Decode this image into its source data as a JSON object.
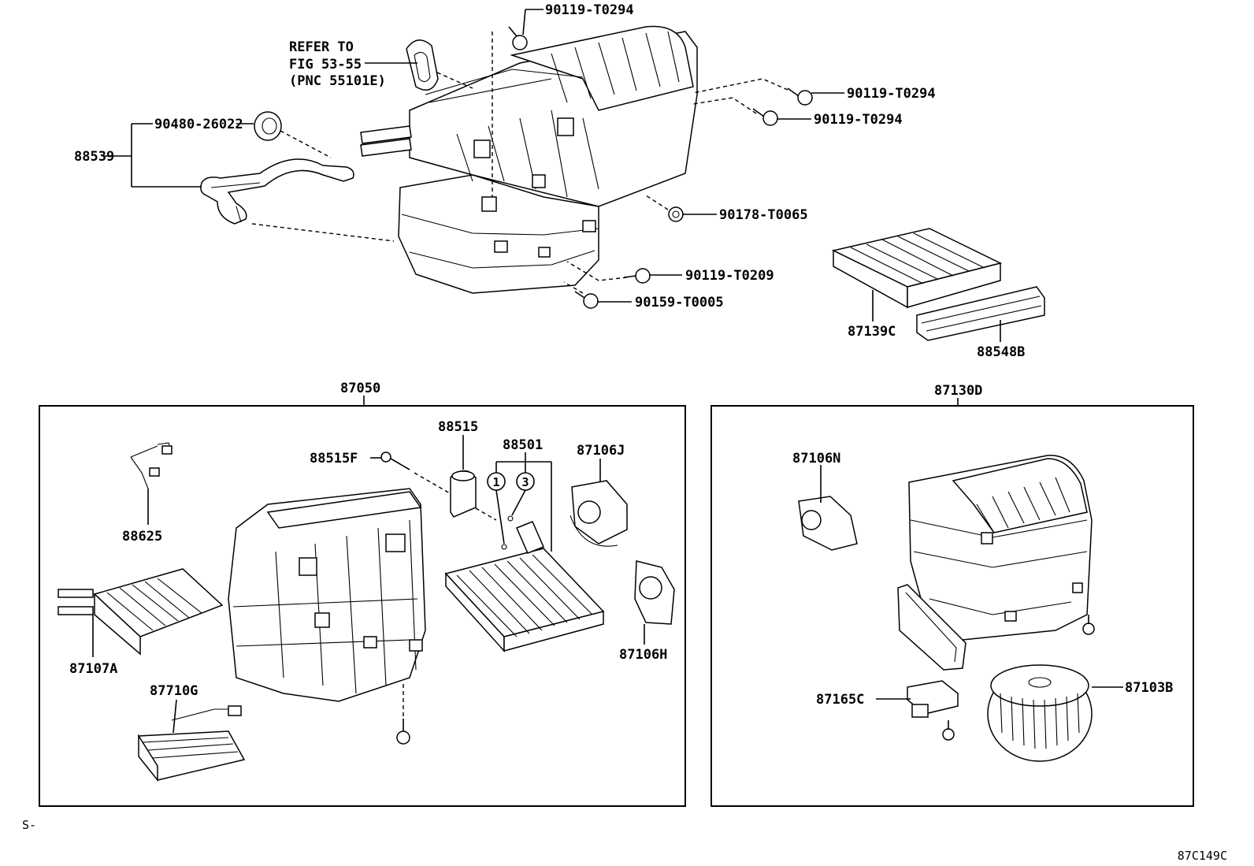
{
  "parts": {
    "p90119_t0294_top": "90119-T0294",
    "refer_line1": "REFER TO",
    "refer_line2": "FIG 53-55",
    "refer_line3": "(PNC 55101E)",
    "p90119_t0294_r1": "90119-T0294",
    "p90119_t0294_r2": "90119-T0294",
    "p90480_26022": "90480-26022",
    "p88539": "88539",
    "p90178_t0065": "90178-T0065",
    "p90119_t0209": "90119-T0209",
    "p90159_t0005": "90159-T0005",
    "p87139c": "87139C",
    "p88548b": "88548B",
    "p87050": "87050",
    "p87130d": "87130D",
    "p88515": "88515",
    "p88501": "88501",
    "p87106j": "87106J",
    "p88515f": "88515F",
    "p88625": "88625",
    "p87107a": "87107A",
    "p87710g": "87710G",
    "p87106h": "87106H",
    "p87106n": "87106N",
    "p87165c": "87165C",
    "p87103b": "87103B",
    "circle_1": "1",
    "circle_3": "3"
  },
  "footer": {
    "left_code": "S-",
    "diagram_id": "87C149C"
  }
}
